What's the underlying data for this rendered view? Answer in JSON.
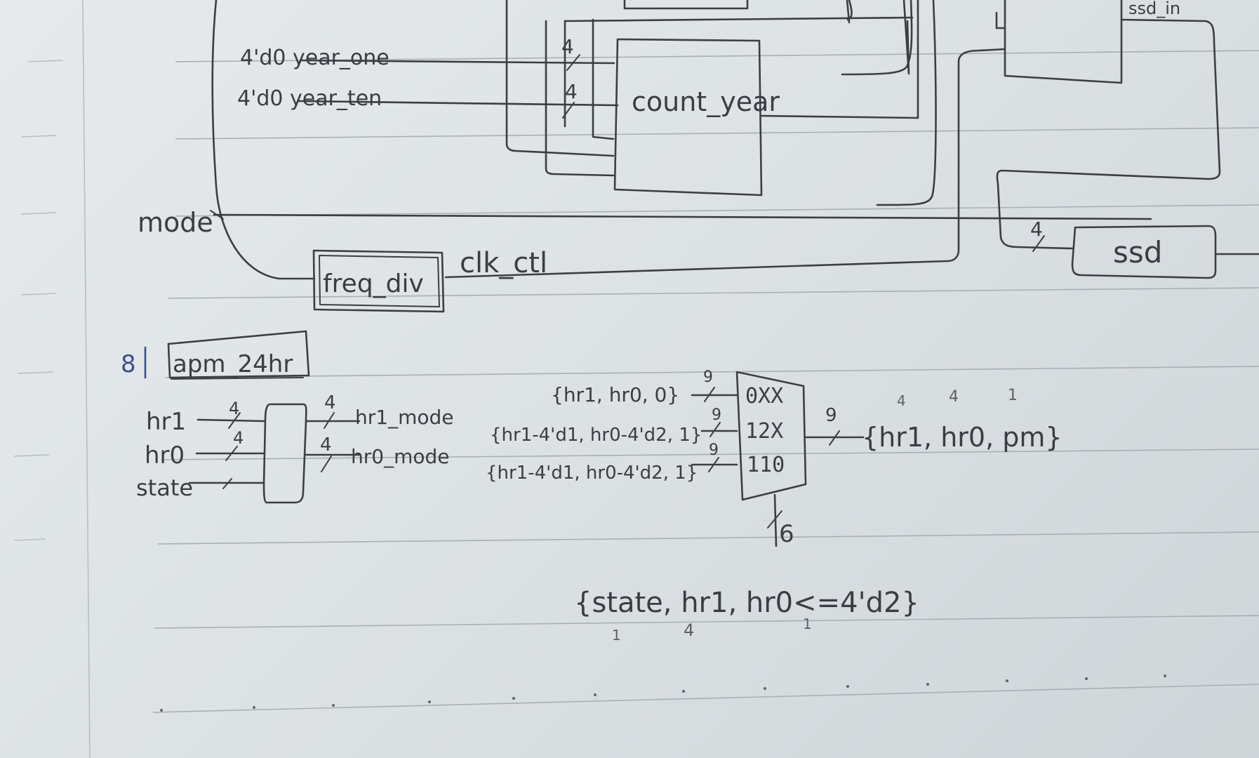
{
  "top_section": {
    "year_one_label": "4'd0 year_one",
    "year_ten_label": "4'd0 year_ten",
    "count_year_block": "count_year",
    "bus_width_a": "4",
    "bus_width_b": "4",
    "mode_label": "mode",
    "freq_div_block": "freq_div",
    "clk_ctl_label": "clk_ctl",
    "ssd_in_label": "ssd_in",
    "ssd_block": "ssd",
    "ssd_bus_width": "4"
  },
  "section_8": {
    "number": "8",
    "title": "apm_24hr",
    "inputs": {
      "hr1": "hr1",
      "hr0": "hr0",
      "state": "state"
    },
    "input_widths": {
      "hr1": "4",
      "hr0": "4"
    },
    "outputs": {
      "hr1_mode": "hr1_mode",
      "hr0_mode": "hr0_mode"
    },
    "output_widths": {
      "hr1_mode": "4",
      "hr0_mode": "4"
    },
    "mux_inputs": [
      {
        "expr": "{hr1, hr0, 0}",
        "width": "9",
        "select": "0XX"
      },
      {
        "expr": "{hr1-4'd1, hr0-4'd2, 1}",
        "width": "9",
        "select": "12X"
      },
      {
        "expr": "{hr1-4'd1, hr0-4'd2, 1}",
        "width": "9",
        "select": "110"
      }
    ],
    "mux_output_expr": "{hr1, hr0, pm}",
    "mux_output_width": "9",
    "mux_output_field_widths": [
      "4",
      "4",
      "1"
    ],
    "select_width": "6",
    "select_expr": "{state, hr1, hr0<=4'd2}",
    "select_field_widths": [
      "1",
      "4",
      "1"
    ]
  }
}
